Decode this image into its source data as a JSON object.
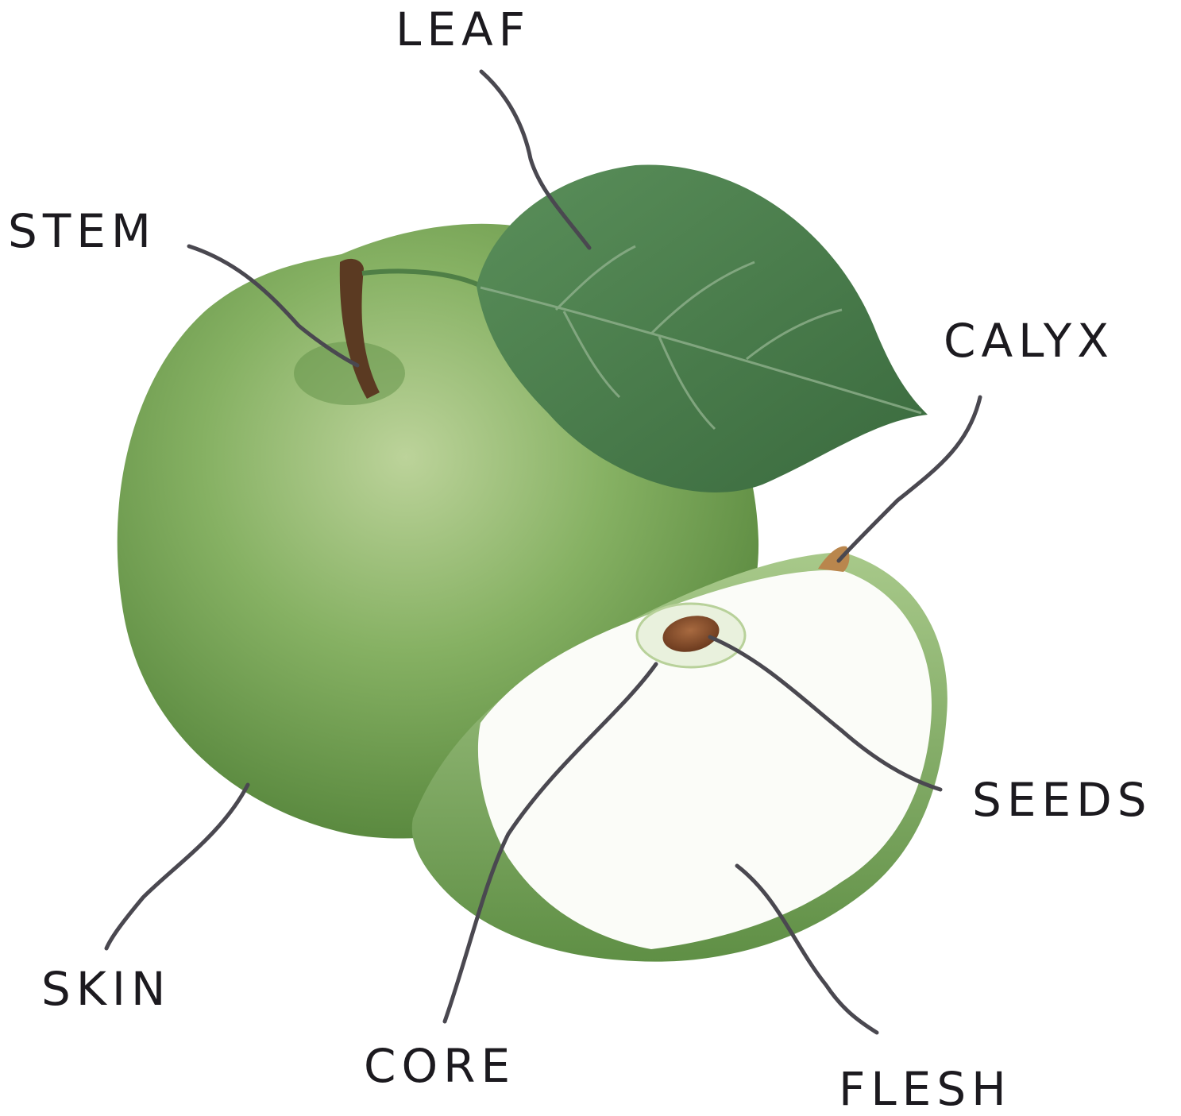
{
  "labels": {
    "leaf": "LEAF",
    "stem": "STEM",
    "calyx": "CALYX",
    "seeds": "SEEDS",
    "skin": "SKIN",
    "core": "CORE",
    "flesh": "FLESH"
  },
  "colors": {
    "apple_green": "#7fa95a",
    "apple_dark": "#4f7f36",
    "apple_light": "#bcd39a",
    "leaf_green": "#4a7d4c",
    "leaf_dark": "#3a6a3e",
    "stem_brown": "#5b3a22",
    "seed_brown": "#8a5230",
    "flesh": "#fbfcf8",
    "slice_rim": "#8cb86a",
    "leader_line": "#4a4850",
    "label_text": "#1c1a1f"
  }
}
